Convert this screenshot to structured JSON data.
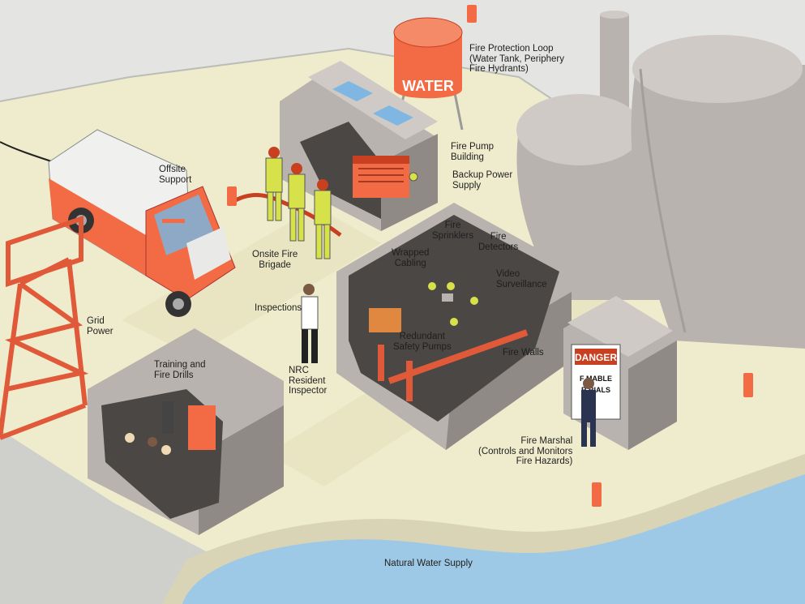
{
  "labels": {
    "fire_protection_loop": "Fire Protection Loop\n(Water Tank, Periphery\nFire Hydrants)",
    "fire_pump_building": "Fire Pump\nBuilding",
    "backup_power_supply": "Backup Power\nSupply",
    "offsite_support": "Offsite\nSupport",
    "onsite_fire_brigade": "Onsite Fire\nBrigade",
    "fire_sprinklers": "Fire\nSprinklers",
    "fire_detectors": "Fire\nDetectors",
    "wrapped_cabling": "Wrapped\nCabling",
    "video_surveillance": "Video\nSurveillance",
    "inspections": "Inspections",
    "grid_power": "Grid\nPower",
    "redundant_safety_pumps": "Redundant\nSafety Pumps",
    "fire_walls": "Fire Walls",
    "nrc_resident_inspector": "NRC\nResident\nInspector",
    "training_and_fire_drills": "Training and\nFire Drills",
    "fire_marshal": "Fire Marshal\n(Controls and Monitors\nFire Hazards)",
    "natural_water_supply": "Natural Water Supply"
  },
  "tank_text": "WATER",
  "sign": {
    "header": "DANGER",
    "line1": "F    MABLE",
    "line2": "R    RIALS"
  },
  "colors": {
    "ground": "#efeccd",
    "ground_edge": "#a9a9a9",
    "background": "#e4e4e2",
    "water": "#9ec9e6",
    "building": "#b8b3ae",
    "building_dark": "#8f8a85",
    "accent_red": "#f26b44",
    "accent_dark_red": "#c8401f",
    "safety_yellow": "#d7e24a"
  }
}
